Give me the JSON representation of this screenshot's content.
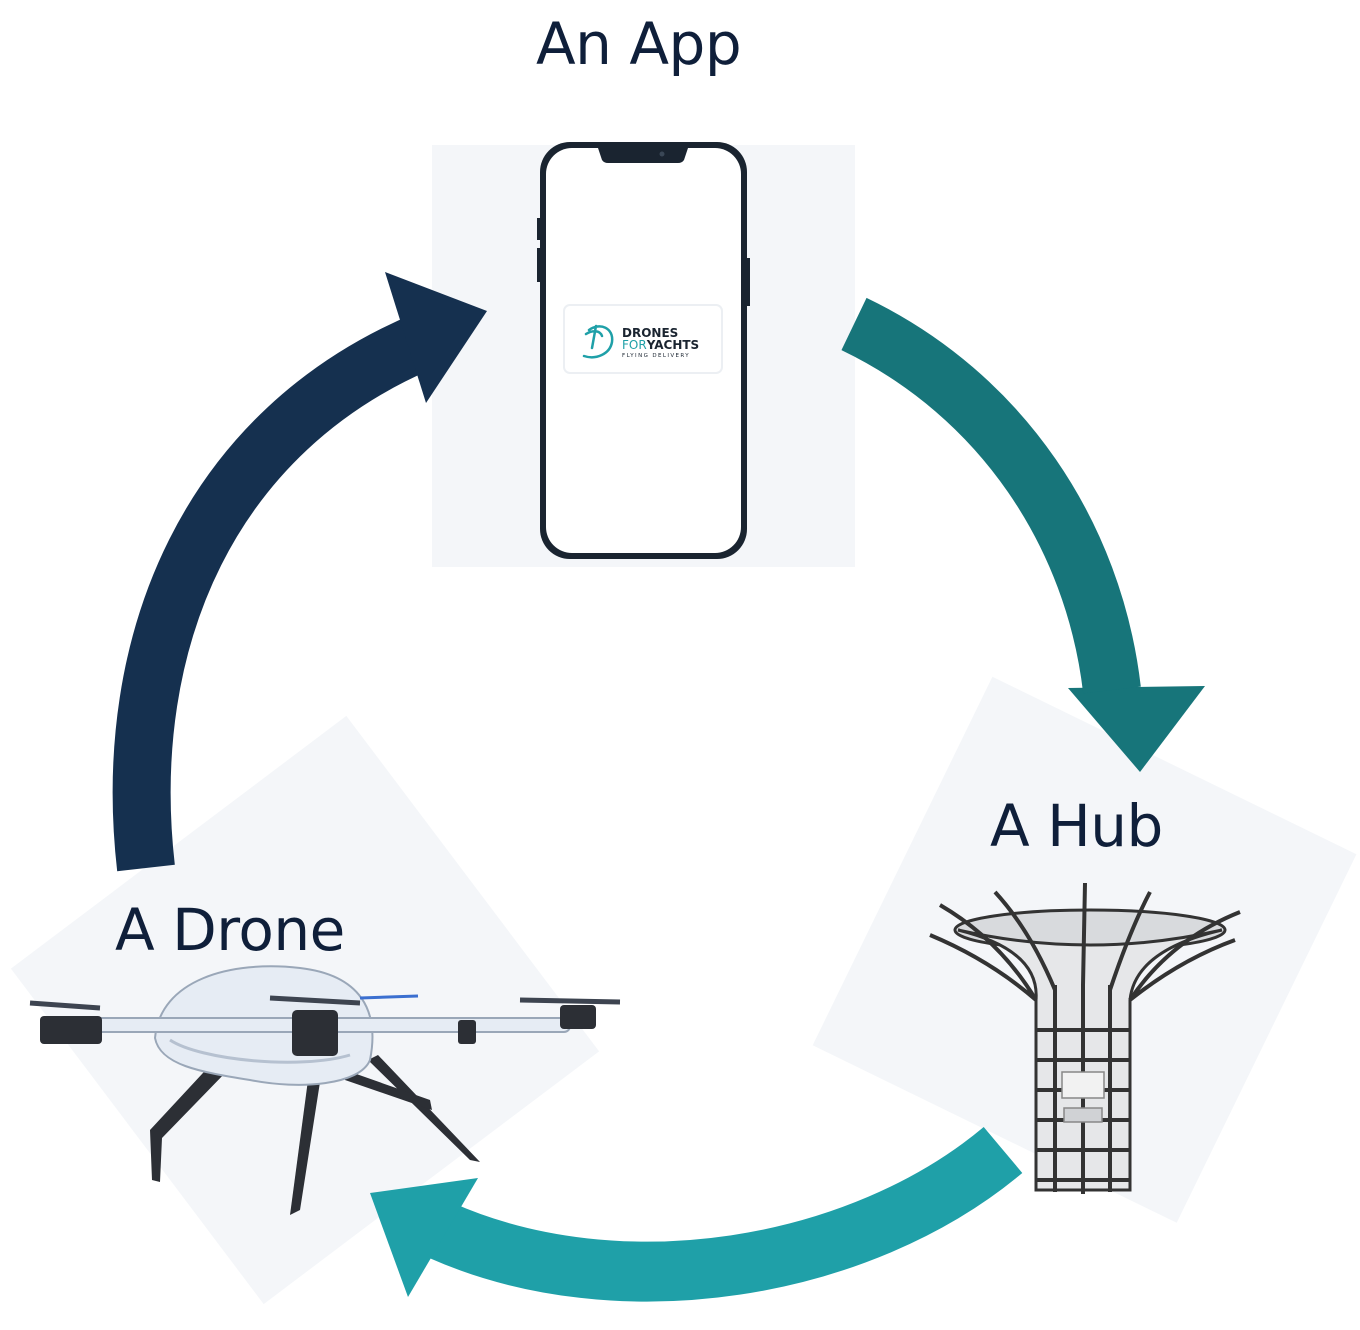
{
  "nodes": {
    "app": {
      "label": "An App"
    },
    "hub": {
      "label": "A Hub"
    },
    "drone": {
      "label": "A Drone"
    }
  },
  "logo": {
    "line1": "DRONES",
    "line2a": "FOR",
    "line2b": "YACHTS",
    "tagline": "FLYING DELIVERY"
  },
  "colors": {
    "arrow_app_to_hub": "#17757a",
    "arrow_hub_to_drone": "#1fa0a8",
    "arrow_drone_to_app": "#15304f",
    "label_text": "#0f1f3a",
    "panel_bg": "#f4f6f9"
  },
  "flow": [
    {
      "from": "app",
      "to": "hub"
    },
    {
      "from": "hub",
      "to": "drone"
    },
    {
      "from": "drone",
      "to": "app"
    }
  ]
}
